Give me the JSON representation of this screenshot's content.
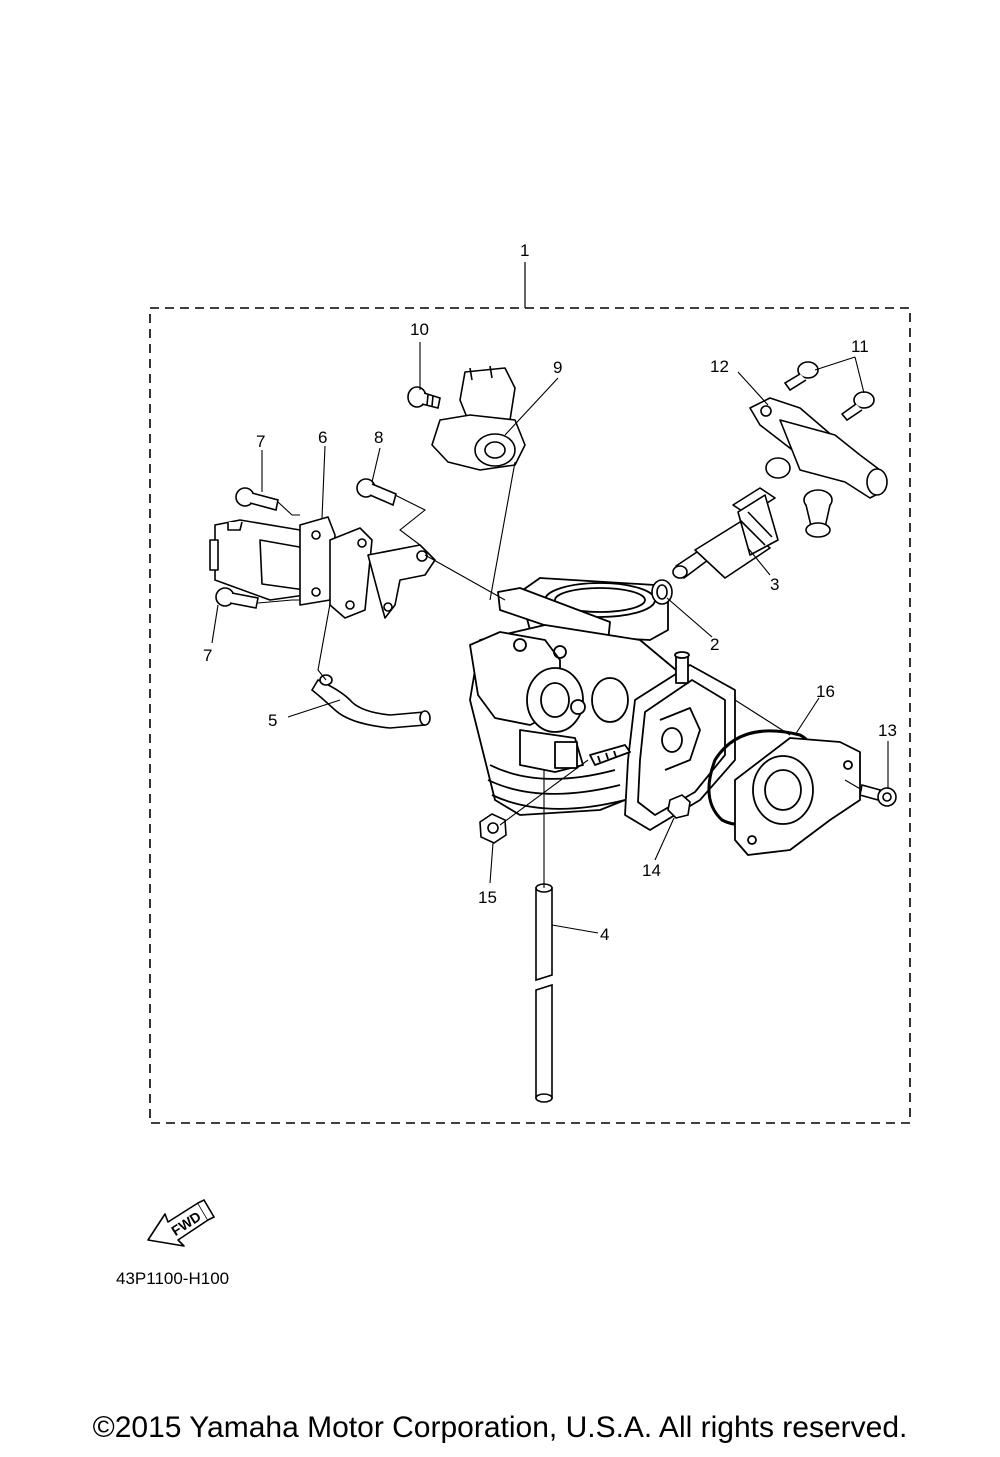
{
  "callouts": {
    "c1": "1",
    "c2": "2",
    "c3": "3",
    "c4": "4",
    "c5": "5",
    "c6": "6",
    "c7a": "7",
    "c7b": "7",
    "c8": "8",
    "c9": "9",
    "c10": "10",
    "c11": "11",
    "c12": "12",
    "c13": "13",
    "c14": "14",
    "c15": "15",
    "c16": "16"
  },
  "fwd_label": "FWD",
  "diagram_code": "43P1100-H100",
  "copyright": "©2015 Yamaha Motor Corporation, U.S.A. All rights reserved."
}
